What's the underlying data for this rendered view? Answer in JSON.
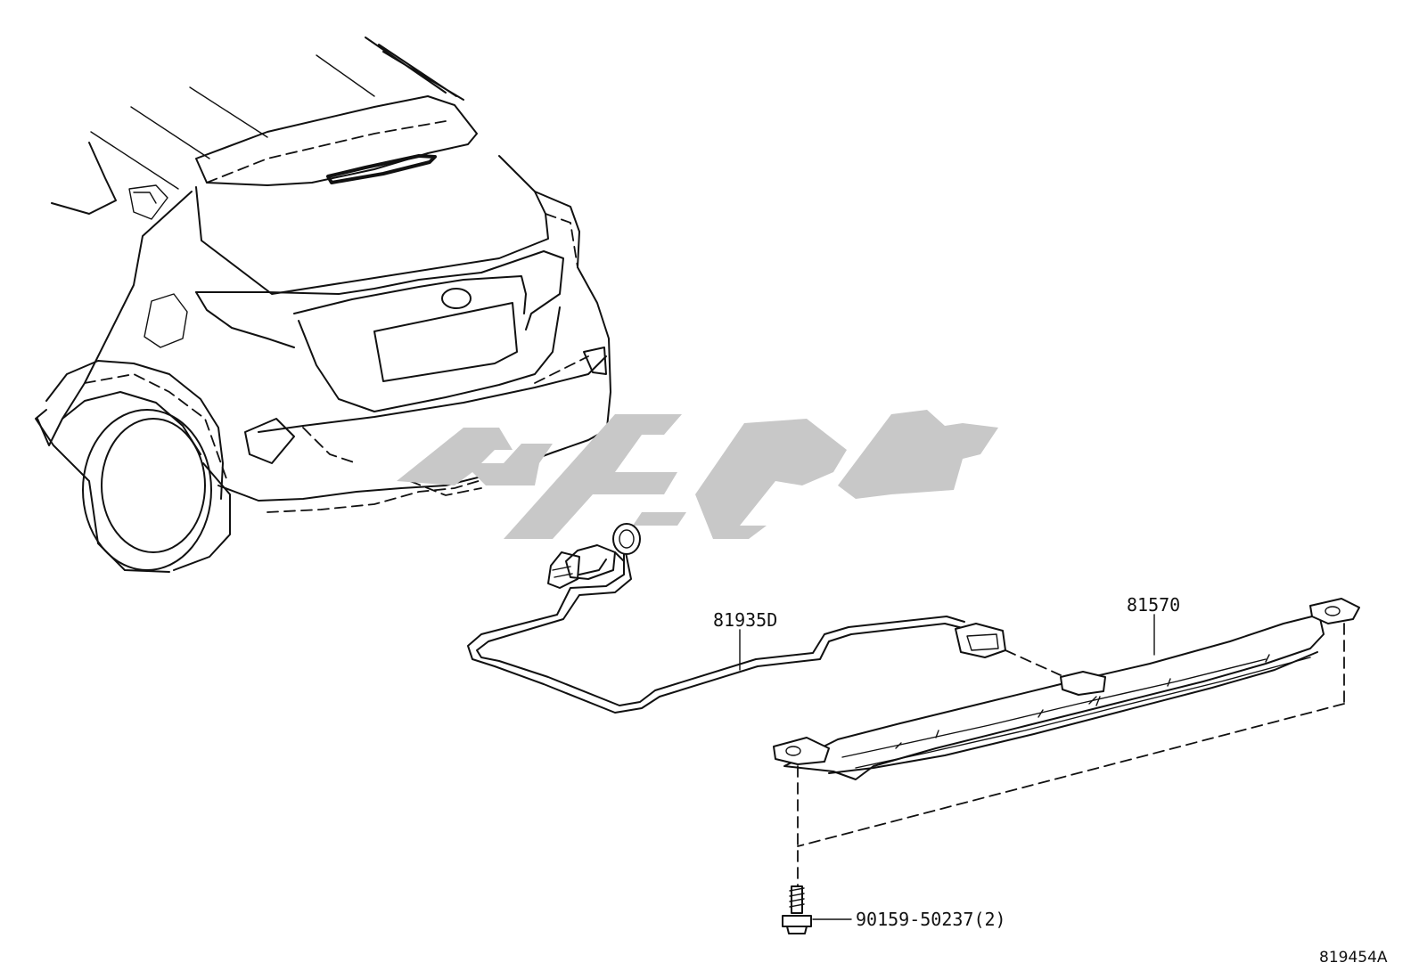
{
  "diagram_id": "819454A",
  "parts": [
    {
      "number": "81935D"
    },
    {
      "number": "81570"
    },
    {
      "number": "90159-50237(2)"
    }
  ]
}
